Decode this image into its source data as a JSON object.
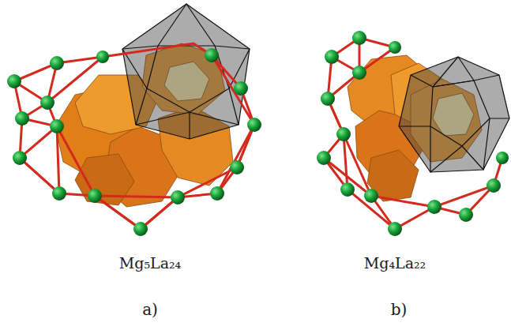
{
  "diagram": {
    "labels": [
      "Mg₅La₂₄",
      "Mg₄La₂₂",
      "a)",
      "b)"
    ]
  }
}
